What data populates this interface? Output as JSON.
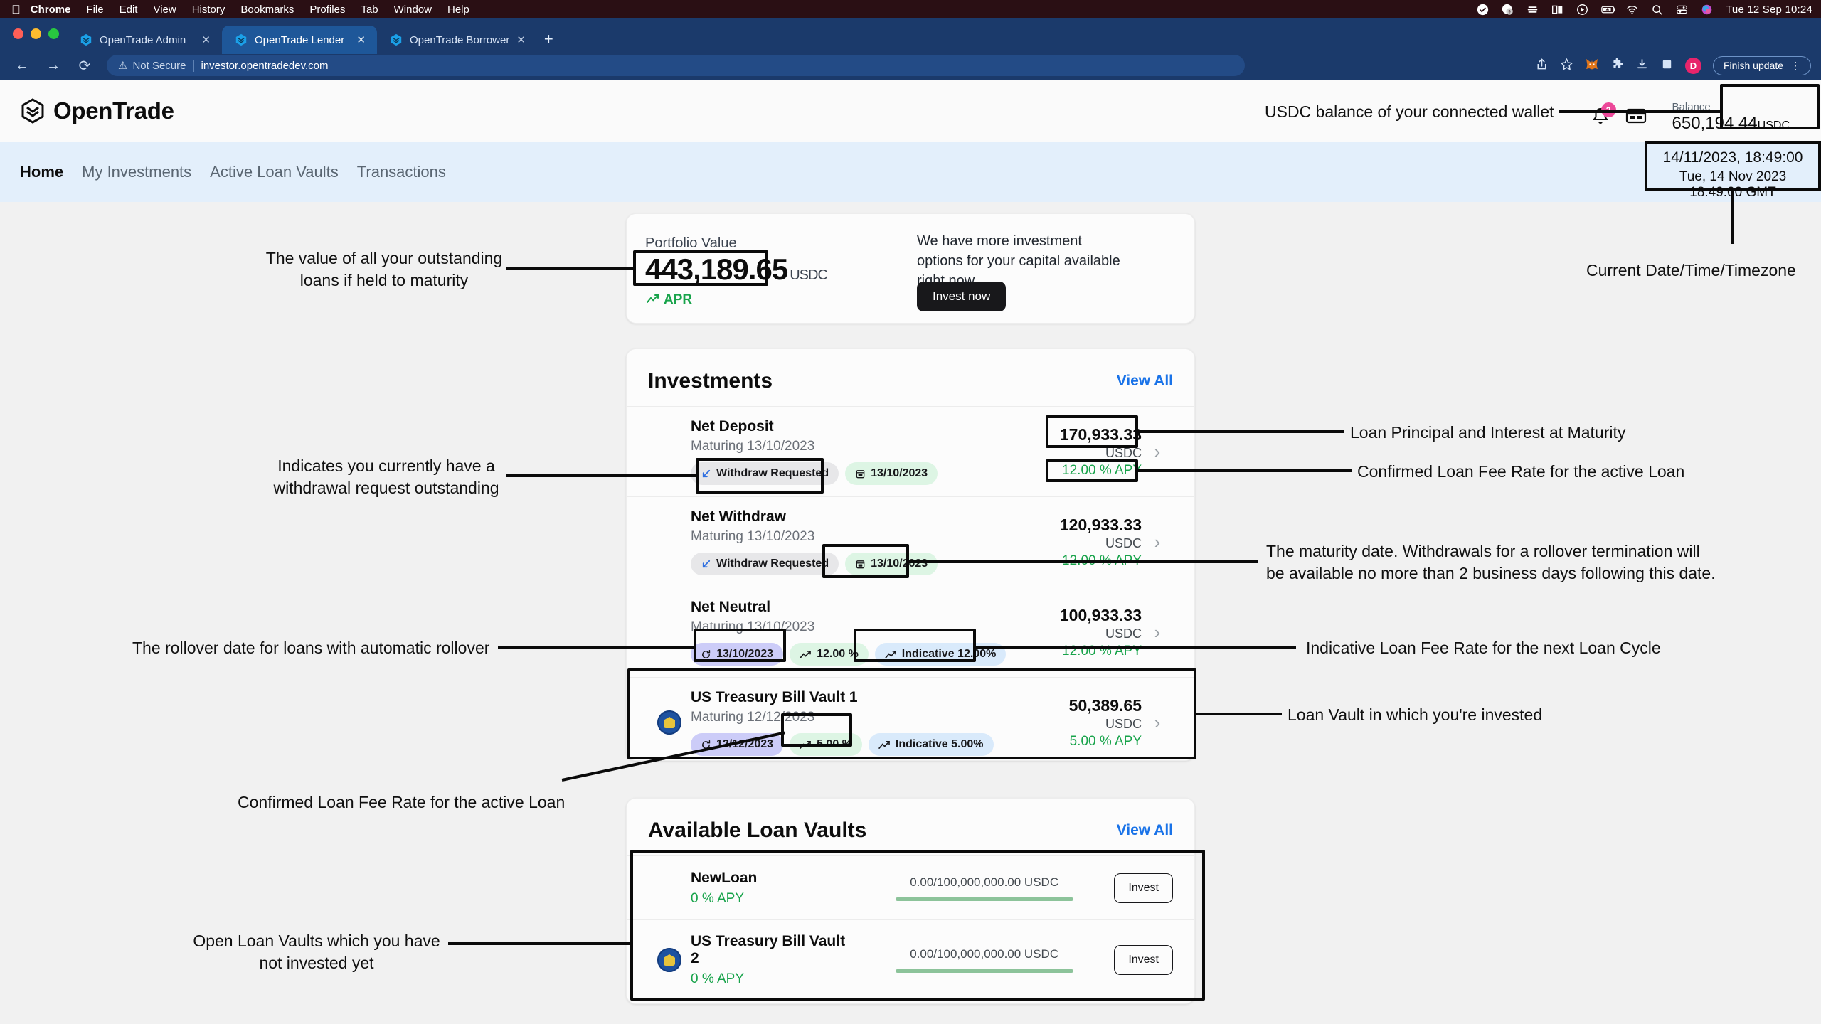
{
  "os": {
    "menu_items": [
      "Chrome",
      "File",
      "Edit",
      "View",
      "History",
      "Bookmarks",
      "Profiles",
      "Tab",
      "Window",
      "Help"
    ],
    "clock": "Tue 12 Sep  10:24",
    "status_icons": [
      "checkmark-icon",
      "clock-badge-icon",
      "stripe-icon",
      "screen-icon",
      "play-icon",
      "battery-charging-icon",
      "wifi-icon",
      "search-icon",
      "control-center-icon",
      "siri-icon"
    ]
  },
  "browser": {
    "tabs": [
      {
        "title": "OpenTrade Admin",
        "active": false
      },
      {
        "title": "OpenTrade Lender",
        "active": true
      },
      {
        "title": "OpenTrade Borrower",
        "active": false
      }
    ],
    "new_tab_label": "+",
    "close_label": "✕",
    "security_label": "Not Secure",
    "url": "investor.opentradedev.com",
    "update_button": "Finish update",
    "profile_initial": "D",
    "toolbar_icons": [
      "share-icon",
      "bookmark-star-icon",
      "metamask-icon",
      "extensions-puzzle-icon",
      "downloads-icon",
      "window-icon"
    ]
  },
  "app": {
    "brand": "OpenTrade",
    "nav": [
      {
        "label": "Home",
        "active": true
      },
      {
        "label": "My Investments",
        "active": false
      },
      {
        "label": "Active Loan Vaults",
        "active": false
      },
      {
        "label": "Transactions",
        "active": false
      }
    ],
    "header_right": {
      "notification_count": "2",
      "balance_label": "Balance",
      "balance_value": "650,194.44",
      "balance_unit": "USDC"
    },
    "portfolio": {
      "label": "Portfolio Value",
      "amount": "443,189.65",
      "unit": "USDC",
      "apr_label": "APR",
      "promo_copy": "We have more investment options for your capital available right now",
      "invest_button": "Invest now"
    },
    "investments": {
      "title": "Investments",
      "view_all": "View All",
      "rows": [
        {
          "name": "Net Deposit",
          "sub": "Maturing 13/10/2023",
          "chips": [
            {
              "label": "Withdraw Requested",
              "style": "gray",
              "icon": "arrow-down-left-icon"
            },
            {
              "label": "13/10/2023",
              "style": "green",
              "icon": "calendar-icon"
            }
          ],
          "amount": "170,933.33",
          "currency": "USDC",
          "apy": "12.00 % APY",
          "has_seal": false
        },
        {
          "name": "Net Withdraw",
          "sub": "Maturing 13/10/2023",
          "chips": [
            {
              "label": "Withdraw Requested",
              "style": "gray",
              "icon": "arrow-down-left-icon"
            },
            {
              "label": "13/10/2023",
              "style": "green",
              "icon": "calendar-icon"
            }
          ],
          "amount": "120,933.33",
          "currency": "USDC",
          "apy": "12.00 % APY",
          "has_seal": false
        },
        {
          "name": "Net Neutral",
          "sub": "Maturing 13/10/2023",
          "chips": [
            {
              "label": "13/10/2023",
              "style": "purple",
              "icon": "rollover-icon"
            },
            {
              "label": "12.00 %",
              "style": "green",
              "icon": "trend-up-icon"
            },
            {
              "label": "Indicative 12.00%",
              "style": "blue",
              "icon": "trend-up-icon"
            }
          ],
          "amount": "100,933.33",
          "currency": "USDC",
          "apy": "12.00 % APY",
          "has_seal": false
        },
        {
          "name": "US Treasury Bill Vault 1",
          "sub": "Maturing 12/12/2023",
          "chips": [
            {
              "label": "12/12/2023",
              "style": "purple",
              "icon": "rollover-icon"
            },
            {
              "label": "5.00 %",
              "style": "green",
              "icon": "trend-up-icon"
            },
            {
              "label": "Indicative 5.00%",
              "style": "blue",
              "icon": "trend-up-icon"
            }
          ],
          "amount": "50,389.65",
          "currency": "USDC",
          "apy": "5.00 % APY",
          "has_seal": true
        }
      ]
    },
    "available_vaults": {
      "title": "Available Loan Vaults",
      "view_all": "View All",
      "rows": [
        {
          "name": "NewLoan",
          "apy": "0 % APY",
          "progress_label": "0.00/100,000,000.00 USDC",
          "invest_button": "Invest",
          "has_seal": false
        },
        {
          "name": "US Treasury Bill Vault 2",
          "apy": "0 % APY",
          "progress_label": "0.00/100,000,000.00 USDC",
          "invest_button": "Invest",
          "has_seal": true
        }
      ]
    }
  },
  "annotations": {
    "datetime_box": {
      "line1": "14/11/2023, 18:49:00",
      "line2": "Tue, 14 Nov 2023 18:49:00 GMT"
    },
    "callouts": {
      "wallet_balance": "USDC balance of your connected wallet",
      "current_datetime": "Current Date/Time/Timezone",
      "portfolio_value": "The value of all your outstanding\nloans if held to maturity",
      "withdraw_requested": "Indicates you currently have a\nwithdrawal request outstanding",
      "principal_interest": "Loan Principal and Interest at Maturity",
      "confirmed_rate_top": "Confirmed Loan Fee Rate for the active Loan",
      "maturity_date": "The maturity date. Withdrawals for a rollover termination will\nbe available no more than 2 business days following this date.",
      "rollover_date": "The rollover date for loans with automatic rollover",
      "indicative_rate": "Indicative Loan Fee Rate for the next Loan Cycle",
      "loan_vault_invested": "Loan Vault in which you're invested",
      "confirmed_rate_bottom": "Confirmed Loan Fee Rate for the active Loan",
      "open_vaults": "Open Loan Vaults which you have\nnot invested yet"
    }
  },
  "colors": {
    "accent_blue": "#1a73e8",
    "green": "#17a34a",
    "chrome_blue": "#1b3a6b",
    "nav_bg": "#e3effb",
    "badge_pink": "#ec4899"
  }
}
